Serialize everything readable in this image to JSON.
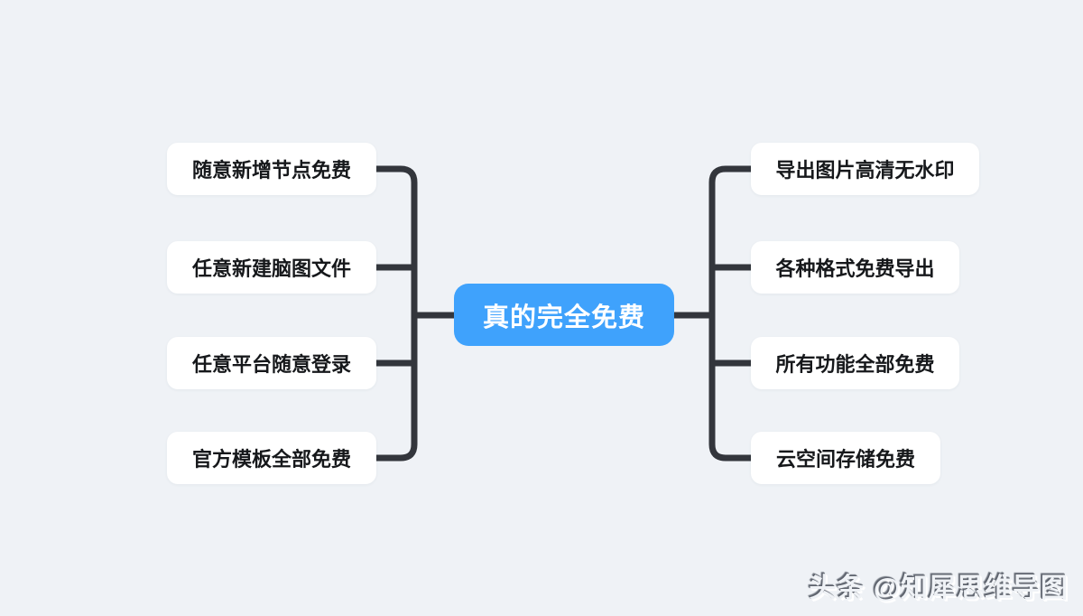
{
  "canvas": {
    "background_color": "#eff2f6",
    "connector_color": "#33363c",
    "accent_color": "#3fa2fc"
  },
  "mindmap": {
    "root": {
      "label": "真的完全免费",
      "bg_color": "#3fa2fc",
      "text_color": "#ffffff"
    },
    "left_branches": [
      {
        "label": "随意新增节点免费"
      },
      {
        "label": "任意新建脑图文件"
      },
      {
        "label": "任意平台随意登录"
      },
      {
        "label": "官方模板全部免费"
      }
    ],
    "right_branches": [
      {
        "label": "导出图片高清无水印"
      },
      {
        "label": "各种格式免费导出"
      },
      {
        "label": "所有功能全部免费"
      },
      {
        "label": "云空间存储免费"
      }
    ]
  },
  "watermark": {
    "text": "头条 @知犀思维导图"
  }
}
